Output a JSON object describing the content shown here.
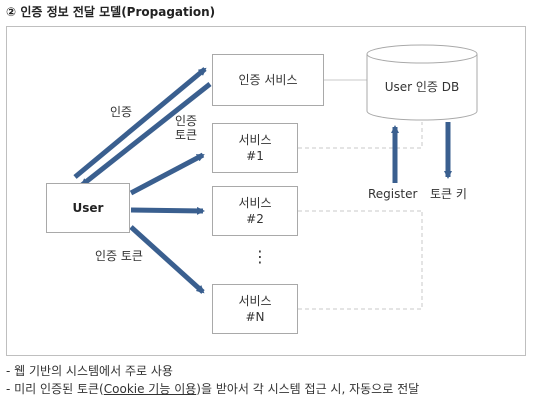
{
  "title": "② 인증 정보 전달 모델(Propagation)",
  "nodes": {
    "user": "User",
    "auth_service": "인증 서비스",
    "service1": [
      "서비스",
      "#1"
    ],
    "service2": [
      "서비스",
      "#2"
    ],
    "serviceN": [
      "서비스",
      "#N"
    ],
    "db": "User 인증 DB"
  },
  "labels": {
    "auth": "인증",
    "auth_token": [
      "인증",
      "토큰"
    ],
    "auth_token_line": "인증 토큰",
    "register": "Register",
    "token_key": "토큰 키",
    "ellipsis": "⋮"
  },
  "notes": {
    "line1": "- 웹 기반의 시스템에서 주로 사용",
    "line2_pre": "- 미리 인증된 토큰(",
    "line2_link": "Cookie 기능 이용",
    "line2_post": ")을 받아서 각 시스템 접근 시, 자동으로 전달"
  },
  "colors": {
    "arrow": "#3a5f8f",
    "dashed": "#c8c8c8",
    "border": "#a9a9a9"
  }
}
